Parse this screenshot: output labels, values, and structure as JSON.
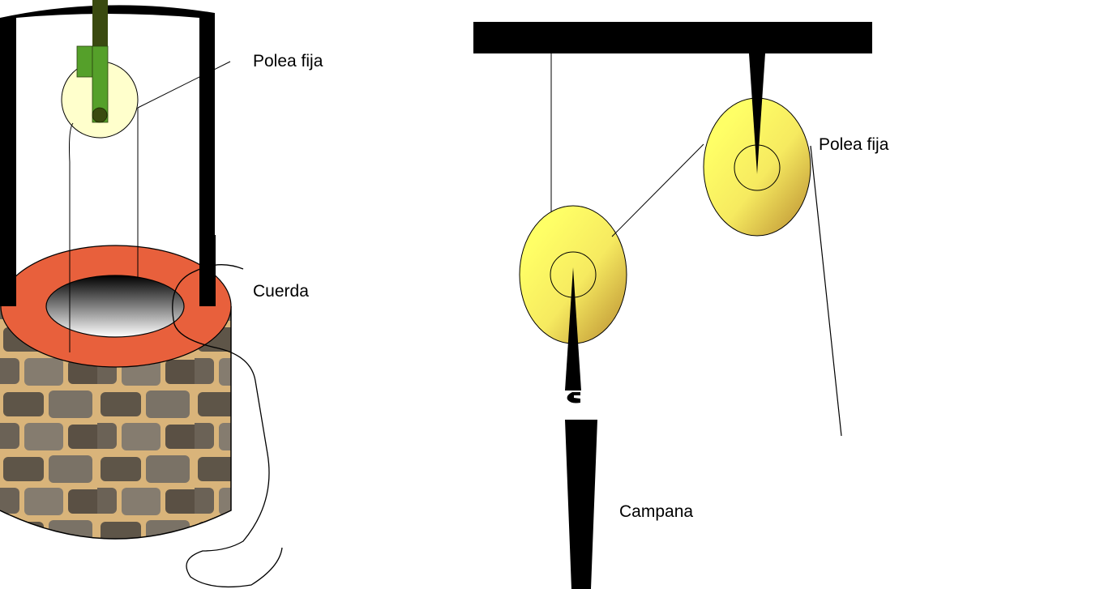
{
  "diagrams": [
    {
      "name": "well-with-fixed-pulley",
      "labels": {
        "pulley": "Polea fija",
        "rope": "Cuerda"
      }
    },
    {
      "name": "compound-pulley-bell",
      "labels": {
        "pulley": "Polea fija",
        "bell": "Campana"
      }
    }
  ],
  "colors": {
    "well_rim": "#e8603c",
    "pulley_left": "#ffffcc",
    "pulley_yellow": "#ffff66",
    "pulley_yellow_dark": "#c09a3a",
    "axle_green": "#55a02a",
    "axle_dark": "#3a4a10",
    "stone_mortar": "#d9b47a",
    "stone": "#6b6256"
  }
}
